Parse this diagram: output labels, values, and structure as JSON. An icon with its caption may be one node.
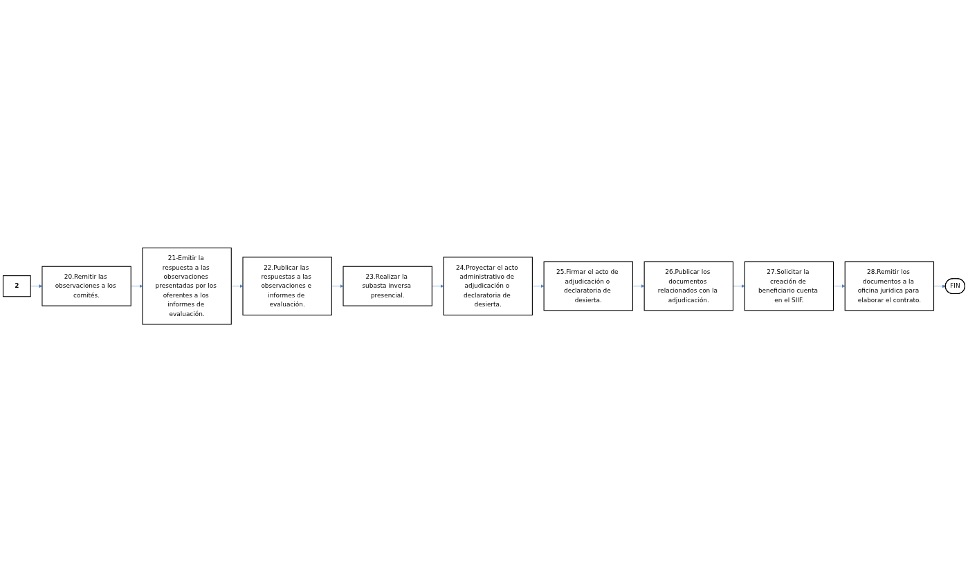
{
  "diagram": {
    "nodes": [
      {
        "text": [
          "2"
        ]
      },
      {
        "text": [
          "20.Remitir las observaciones a los comités."
        ]
      },
      {
        "text": [
          "21-Emitir la respuesta a las observaciones presentadas por los oferentes a los informes de evaluación."
        ]
      },
      {
        "text": [
          "22.Publicar las respuestas a las observaciones e informes de evaluación."
        ]
      },
      {
        "text": [
          "23.Realizar la subasta inversa presencial."
        ]
      },
      {
        "text": [
          "24.Proyectar el acto administrativo de adjudicación o declaratoria de desierta."
        ]
      },
      {
        "text": [
          "25.Firmar el acto de adjudicación o declaratoria de desierta."
        ]
      },
      {
        "text": [
          "26.Publicar los documentos relacionados con la adjudicación."
        ]
      },
      {
        "text": [
          "27.Solicitar la creación de beneficiario cuenta en el SIIF."
        ]
      },
      {
        "text": [
          "28.Remitir los documentos a la oficina jurídica para elaborar el contrato."
        ]
      },
      {
        "text": [
          "FIN"
        ]
      }
    ],
    "edges": [
      {
        "from": 0,
        "to": 1,
        "arrow": "to"
      },
      {
        "from": 1,
        "to": 2,
        "arrow": "to"
      },
      {
        "from": 2,
        "to": 3,
        "arrow": "to"
      },
      {
        "from": 3,
        "to": 4,
        "arrow": "to"
      },
      {
        "from": 4,
        "to": 5,
        "arrow": "to"
      },
      {
        "from": 5,
        "to": 6,
        "arrow": "to"
      },
      {
        "from": 6,
        "to": 7,
        "arrow": "to"
      },
      {
        "from": 7,
        "to": 8,
        "arrow": "to"
      },
      {
        "from": 8,
        "to": 9,
        "arrow": "to"
      },
      {
        "from": 9,
        "to": 10,
        "arrow": "to"
      }
    ]
  }
}
